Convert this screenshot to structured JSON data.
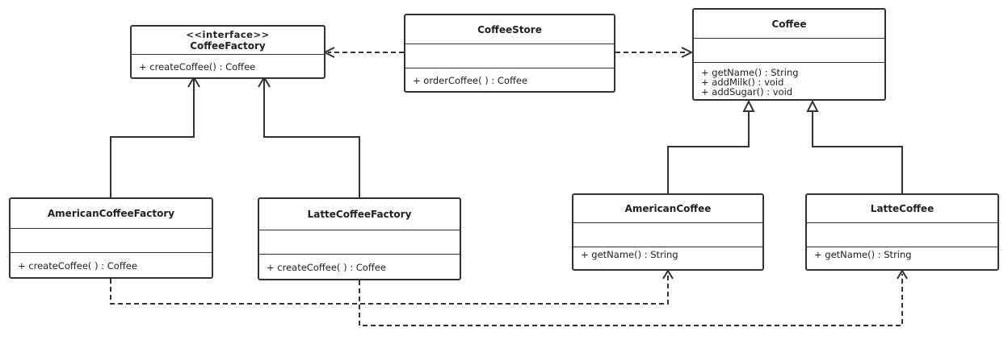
{
  "diagram": {
    "classes": {
      "coffee_factory": {
        "stereotype": "<<interface>>",
        "name": "CoffeeFactory",
        "ops": [
          "+ createCoffee() : Coffee"
        ]
      },
      "coffee_store": {
        "name": "CoffeeStore",
        "ops": [
          "+ orderCoffee( ) : Coffee"
        ]
      },
      "coffee": {
        "name": "Coffee",
        "ops": [
          "+ getName() : String",
          "+ addMilk() : void",
          "+ addSugar() : void"
        ]
      },
      "american_coffee_factory": {
        "name": "AmericanCoffeeFactory",
        "ops": [
          "+ createCoffee( ) : Coffee"
        ]
      },
      "latte_coffee_factory": {
        "name": "LatteCoffeeFactory",
        "ops": [
          "+ createCoffee( ) : Coffee"
        ]
      },
      "american_coffee": {
        "name": "AmericanCoffee",
        "ops": [
          "+ getName() : String"
        ]
      },
      "latte_coffee": {
        "name": "LatteCoffee",
        "ops": [
          "+ getName() : String"
        ]
      }
    }
  }
}
